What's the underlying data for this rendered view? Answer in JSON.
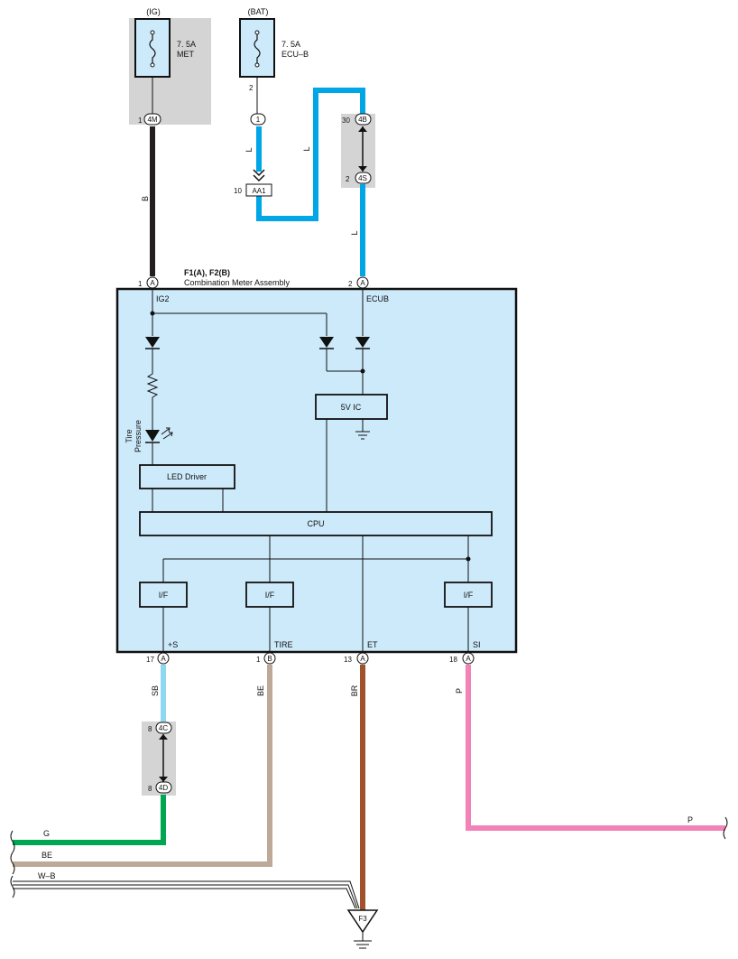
{
  "fuses": {
    "ig": {
      "source": "(IG)",
      "rating": "7. 5A",
      "name": "MET"
    },
    "bat": {
      "source": "(BAT)",
      "rating": "7. 5A",
      "name": "ECU–B"
    }
  },
  "connectors": {
    "c4m": {
      "pin": "1",
      "id": "4M"
    },
    "c1": {
      "pin_above": "2",
      "id": "1"
    },
    "c4b": {
      "pin": "30",
      "id": "4B"
    },
    "c4s": {
      "pin": "2",
      "id": "4S"
    },
    "aa1": {
      "pin": "10",
      "id": "AA1"
    },
    "c4c": {
      "pin": "8",
      "id": "4C"
    },
    "c4d": {
      "pin": "8",
      "id": "4D"
    }
  },
  "wires": {
    "b_top": "B",
    "l_left": "L",
    "l_mid": "L",
    "l_right": "L",
    "sb": "SB",
    "be_vert": "BE",
    "br": "BR",
    "p_vert": "P",
    "g_horiz": "G",
    "be_horiz": "BE",
    "wb_horiz": "W–B",
    "p_horiz": "P"
  },
  "meter": {
    "title": "F1(A), F2(B)",
    "subtitle": "Combination Meter Assembly",
    "top_pins": [
      {
        "num": "1",
        "conn": "A",
        "name": "IG2"
      },
      {
        "num": "2",
        "conn": "A",
        "name": "ECUB"
      }
    ],
    "bottom_pins": [
      {
        "num": "17",
        "conn": "A",
        "name": "+S"
      },
      {
        "num": "1",
        "conn": "B",
        "name": "TIRE"
      },
      {
        "num": "13",
        "conn": "A",
        "name": "ET"
      },
      {
        "num": "18",
        "conn": "A",
        "name": "SI"
      }
    ],
    "blocks": {
      "v5ic": "5V IC",
      "led_driver": "LED Driver",
      "cpu": "CPU",
      "if1": "I/F",
      "if2": "I/F",
      "if3": "I/F"
    },
    "led_label_line1": "Tire",
    "led_label_line2": "Pressure"
  },
  "ground": {
    "id": "F3"
  },
  "colors": {
    "black_wire": "#231f20",
    "blue_wire": "#00a6e6",
    "sky_wire": "#8fd6f2",
    "tan_wire": "#bda998",
    "brown_wire": "#a0522d",
    "pink_wire": "#f283b8",
    "green_wire": "#00a651",
    "meter_fill": "#cdeafb",
    "relay_bg": "#d4d4d4"
  }
}
